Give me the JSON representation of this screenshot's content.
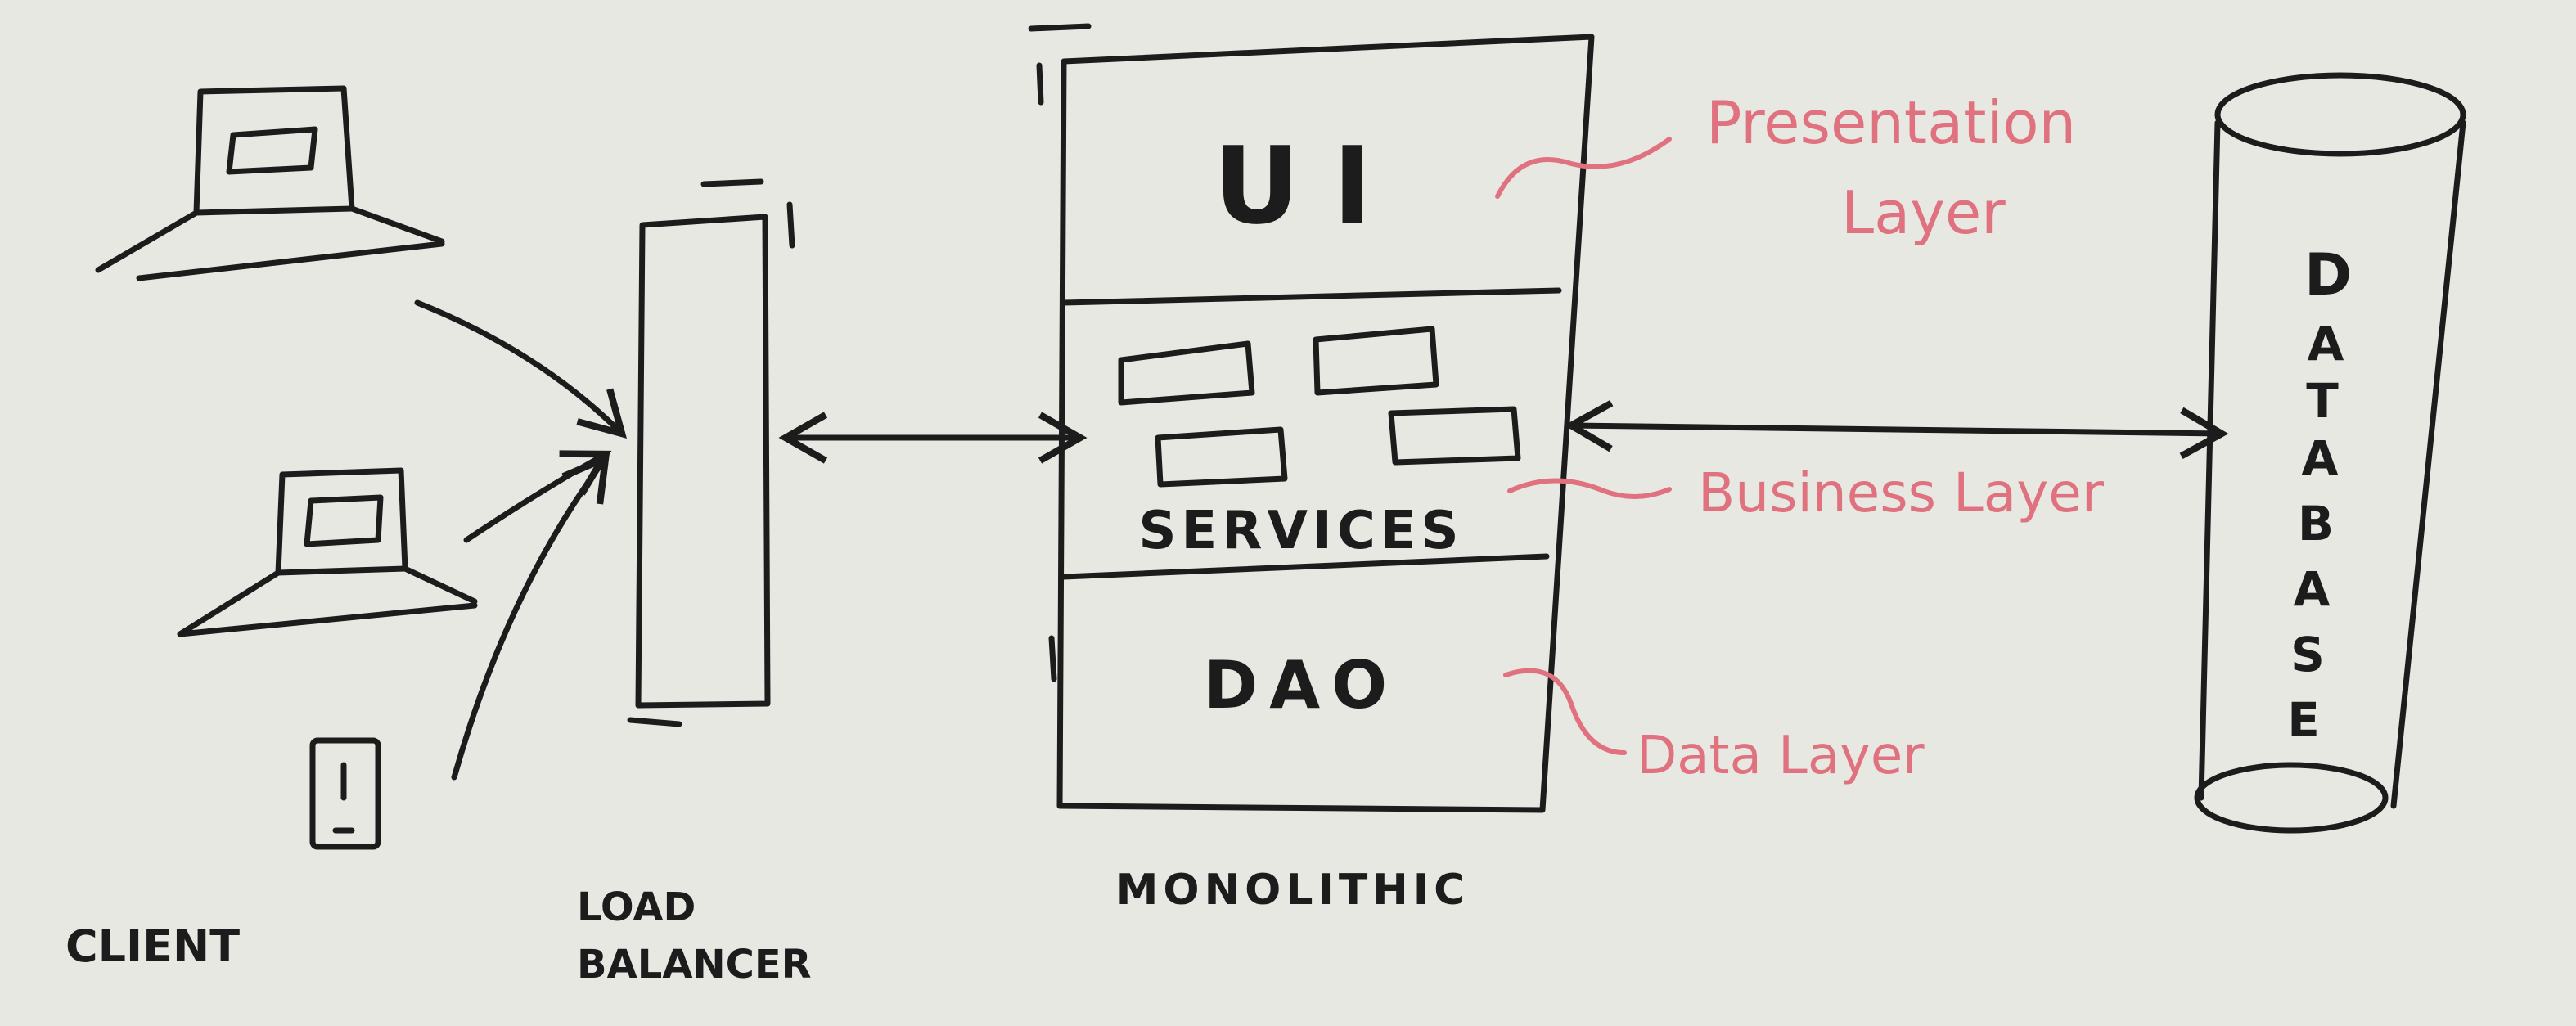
{
  "labels": {
    "client": "CLIENT",
    "load_balancer_line1": "LOAD",
    "load_balancer_line2": "BALANCER",
    "monolithic": "MONOLITHIC",
    "ui": "UI",
    "services": "SERVICES",
    "dao": "DAO",
    "database": [
      "D",
      "A",
      "T",
      "A",
      "B",
      "A",
      "S",
      "E"
    ]
  },
  "annotations": {
    "presentation_line1": "Presentation",
    "presentation_line2": "Layer",
    "business": "Business Layer",
    "data": "Data Layer"
  },
  "colors": {
    "ink": "#1c1c1c",
    "annotation": "#e0727f",
    "board": "#e8e8e3"
  }
}
